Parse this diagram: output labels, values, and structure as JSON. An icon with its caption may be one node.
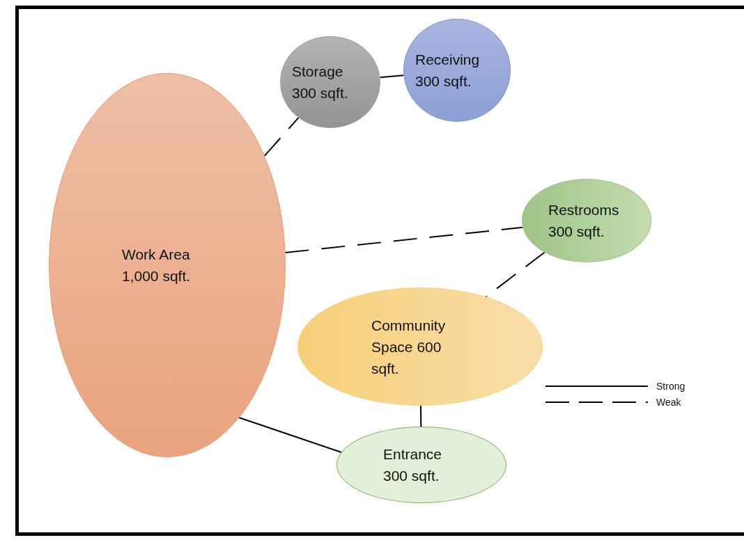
{
  "diagram": {
    "nodes": [
      {
        "text": [
          "Storage 300 sqft."
        ]
      },
      {
        "text": [
          "Receiving 300 sqft."
        ]
      },
      {
        "text": [
          "Work Area 1,000 sqft."
        ]
      },
      {
        "text": [
          "Restrooms 300 sqft."
        ]
      },
      {
        "text": [
          "Community Space 600 sqft."
        ]
      },
      {
        "text": [
          "Entrance 300 sqft."
        ]
      }
    ],
    "edges": [
      {
        "from": 2,
        "to": 0,
        "arrow": "none",
        "style": "dashed"
      },
      {
        "from": 0,
        "to": 1,
        "arrow": "none"
      },
      {
        "from": 2,
        "to": 3,
        "arrow": "none",
        "style": "dashed"
      },
      {
        "from": 3,
        "to": 4,
        "arrow": "none",
        "style": "dashed"
      },
      {
        "from": 4,
        "to": 5,
        "arrow": "none"
      },
      {
        "from": 2,
        "to": 5,
        "arrow": "none"
      }
    ],
    "legend": [
      {
        "text": "Strong"
      },
      {
        "text": "Weak"
      }
    ]
  }
}
